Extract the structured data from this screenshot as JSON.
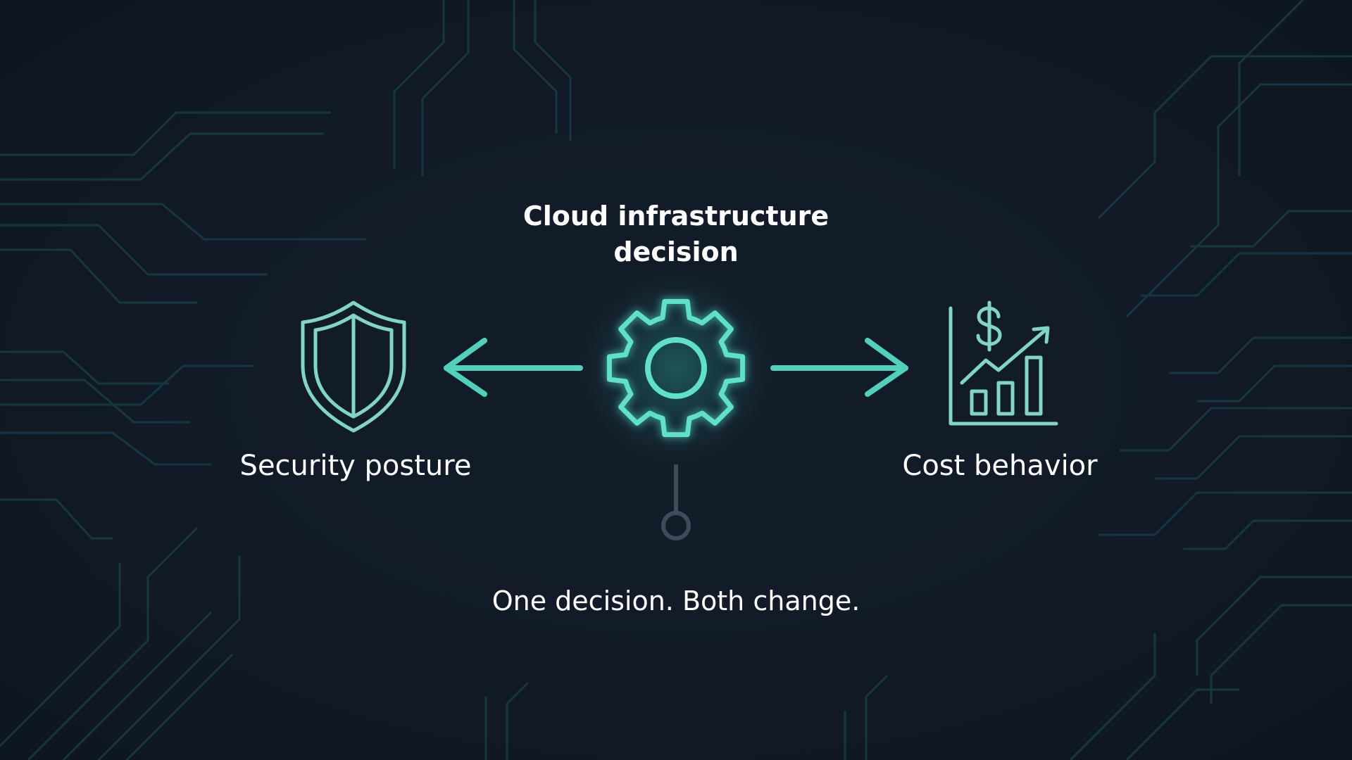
{
  "title": "Cloud infrastructure decision",
  "left_node": {
    "label": "Security posture",
    "icon": "shield-icon"
  },
  "center_node": {
    "icon": "gear-icon"
  },
  "right_node": {
    "label": "Cost behavior",
    "icon": "cost-chart-icon"
  },
  "tagline": "One decision. Both change.",
  "colors": {
    "background": "#111a26",
    "accent": "#4fd1bd",
    "accent_soft": "#7fd6c8",
    "circuit": "#16424a",
    "connector": "#3c4c5a",
    "text": "#ffffff"
  }
}
